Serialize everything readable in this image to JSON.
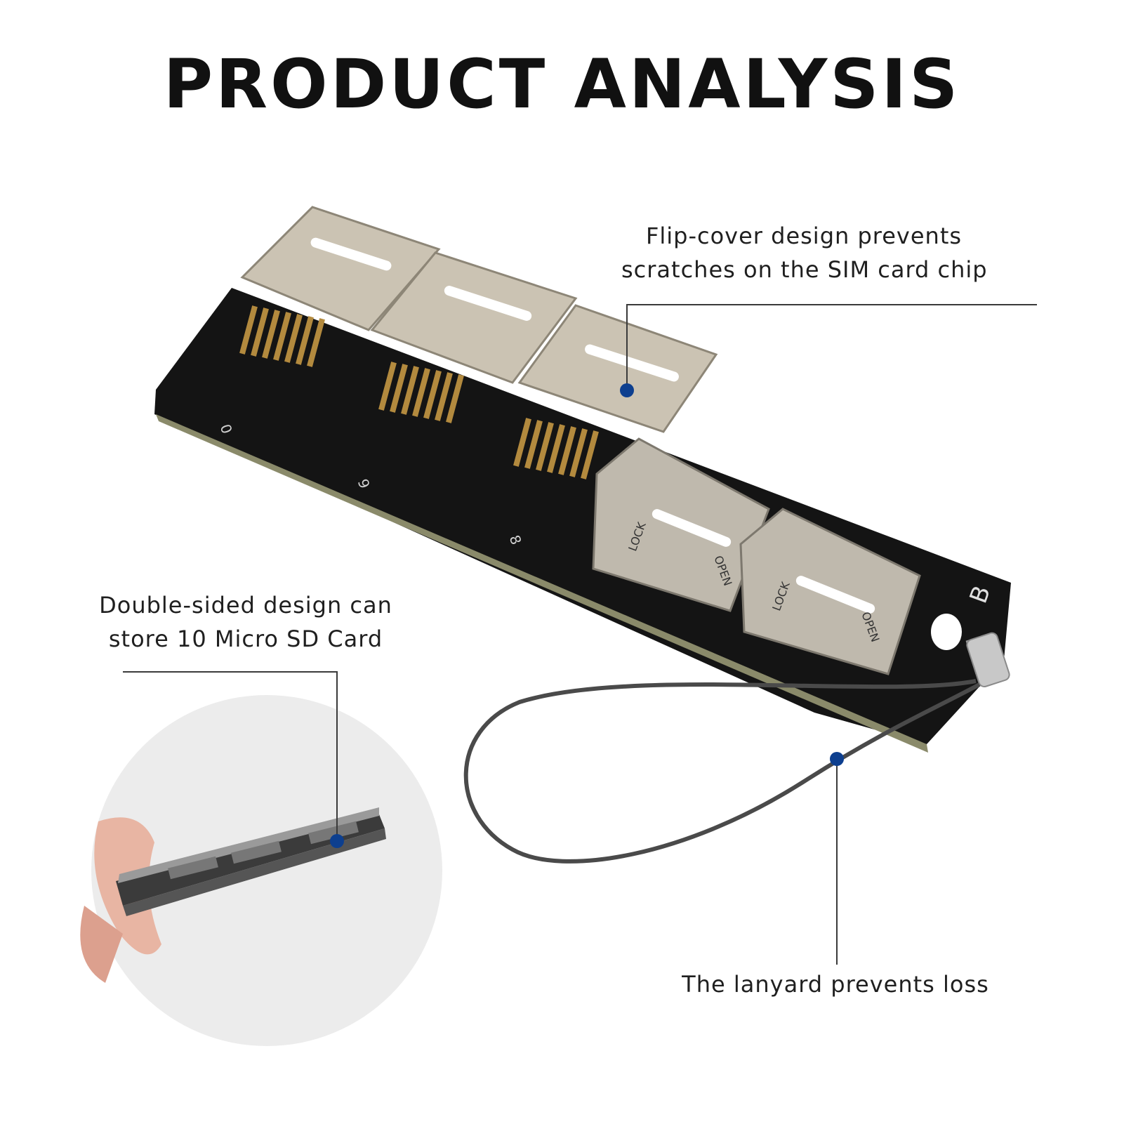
{
  "title": "PRODUCT ANALYSIS",
  "callouts": {
    "flip_cover": {
      "line1": "Flip-cover design prevents",
      "line2": "scratches on the SIM card chip"
    },
    "double_sided": {
      "line1": "Double-sided design can",
      "line2": "store 10 Micro SD Card"
    },
    "lanyard": {
      "line1": "The lanyard prevents loss"
    }
  },
  "board": {
    "slot_numbers": [
      "0",
      "9",
      "8"
    ],
    "side_label": "B",
    "lock_label": "LOCK",
    "open_label": "OPEN"
  },
  "colors": {
    "dot": "#0d3f8f",
    "leader_line": "#3a3a3a",
    "board": "#151515",
    "metal": "#c9c2b4",
    "gold": "#b38a3e",
    "circle_bg": "#ececec"
  }
}
